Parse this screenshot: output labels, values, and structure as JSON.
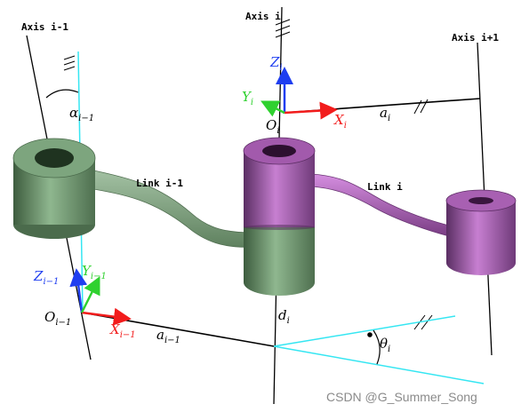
{
  "axes": {
    "axis_prev": "Axis i-1",
    "axis_curr": "Axis i",
    "axis_next": "Axis i+1"
  },
  "links": {
    "link_prev": "Link i-1",
    "link_curr": "Link i"
  },
  "frame_i": {
    "z": "Z",
    "z_sub": "i",
    "y": "Y",
    "y_sub": "i",
    "x": "X",
    "x_sub": "i",
    "o": "O",
    "o_sub": "i"
  },
  "frame_prev": {
    "z": "Z",
    "z_sub": "i−1",
    "y": "Y",
    "y_sub": "i−1",
    "x": "X",
    "x_sub": "i−1",
    "o": "O",
    "o_sub": "i−1"
  },
  "params": {
    "alpha": "α",
    "alpha_sub": "i−1",
    "a_i": "a",
    "a_i_sub": "i",
    "a_prev": "a",
    "a_prev_sub": "i−1",
    "d": "d",
    "d_sub": "i",
    "theta": "θ",
    "theta_sub": "i"
  },
  "watermark": "CSDN @G_Summer_Song",
  "colors": {
    "green_joint": "#6f9a70",
    "purple_joint": "#b86ac2",
    "cyan_line": "#35e6f2",
    "axis_blue": "#1f3ef0",
    "axis_green": "#2fd12f",
    "axis_red": "#f21c1c"
  }
}
